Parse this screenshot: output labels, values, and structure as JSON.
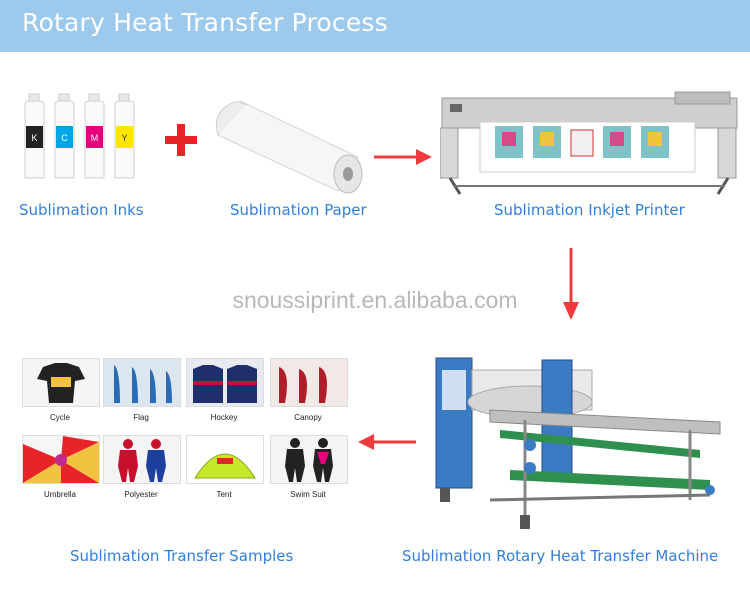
{
  "header": {
    "title": "Rotary Heat Transfer Process"
  },
  "inks": {
    "label": "Sublimation Inks",
    "bottles": [
      "K",
      "C",
      "M",
      "Y"
    ]
  },
  "paper": {
    "label": "Sublimation Paper"
  },
  "printer": {
    "label": "Sublimation Inkjet Printer"
  },
  "watermark": "snoussiprint.en.alibaba.com",
  "machine": {
    "label": "Sublimation Rotary Heat Transfer Machine"
  },
  "samples": {
    "label": "Sublimation Transfer Samples",
    "items": [
      {
        "caption": "Cycle"
      },
      {
        "caption": "Flag"
      },
      {
        "caption": "Hockey"
      },
      {
        "caption": "Canopy"
      },
      {
        "caption": "Umbrella"
      },
      {
        "caption": "Polyester"
      },
      {
        "caption": "Tent"
      },
      {
        "caption": "Swim Suit"
      }
    ]
  },
  "colors": {
    "banner": "#9dc9ec",
    "label": "#2f7fdc",
    "arrow": "#ee3a3a",
    "plus": "#e8242a",
    "frame": "#3b7bc4"
  }
}
